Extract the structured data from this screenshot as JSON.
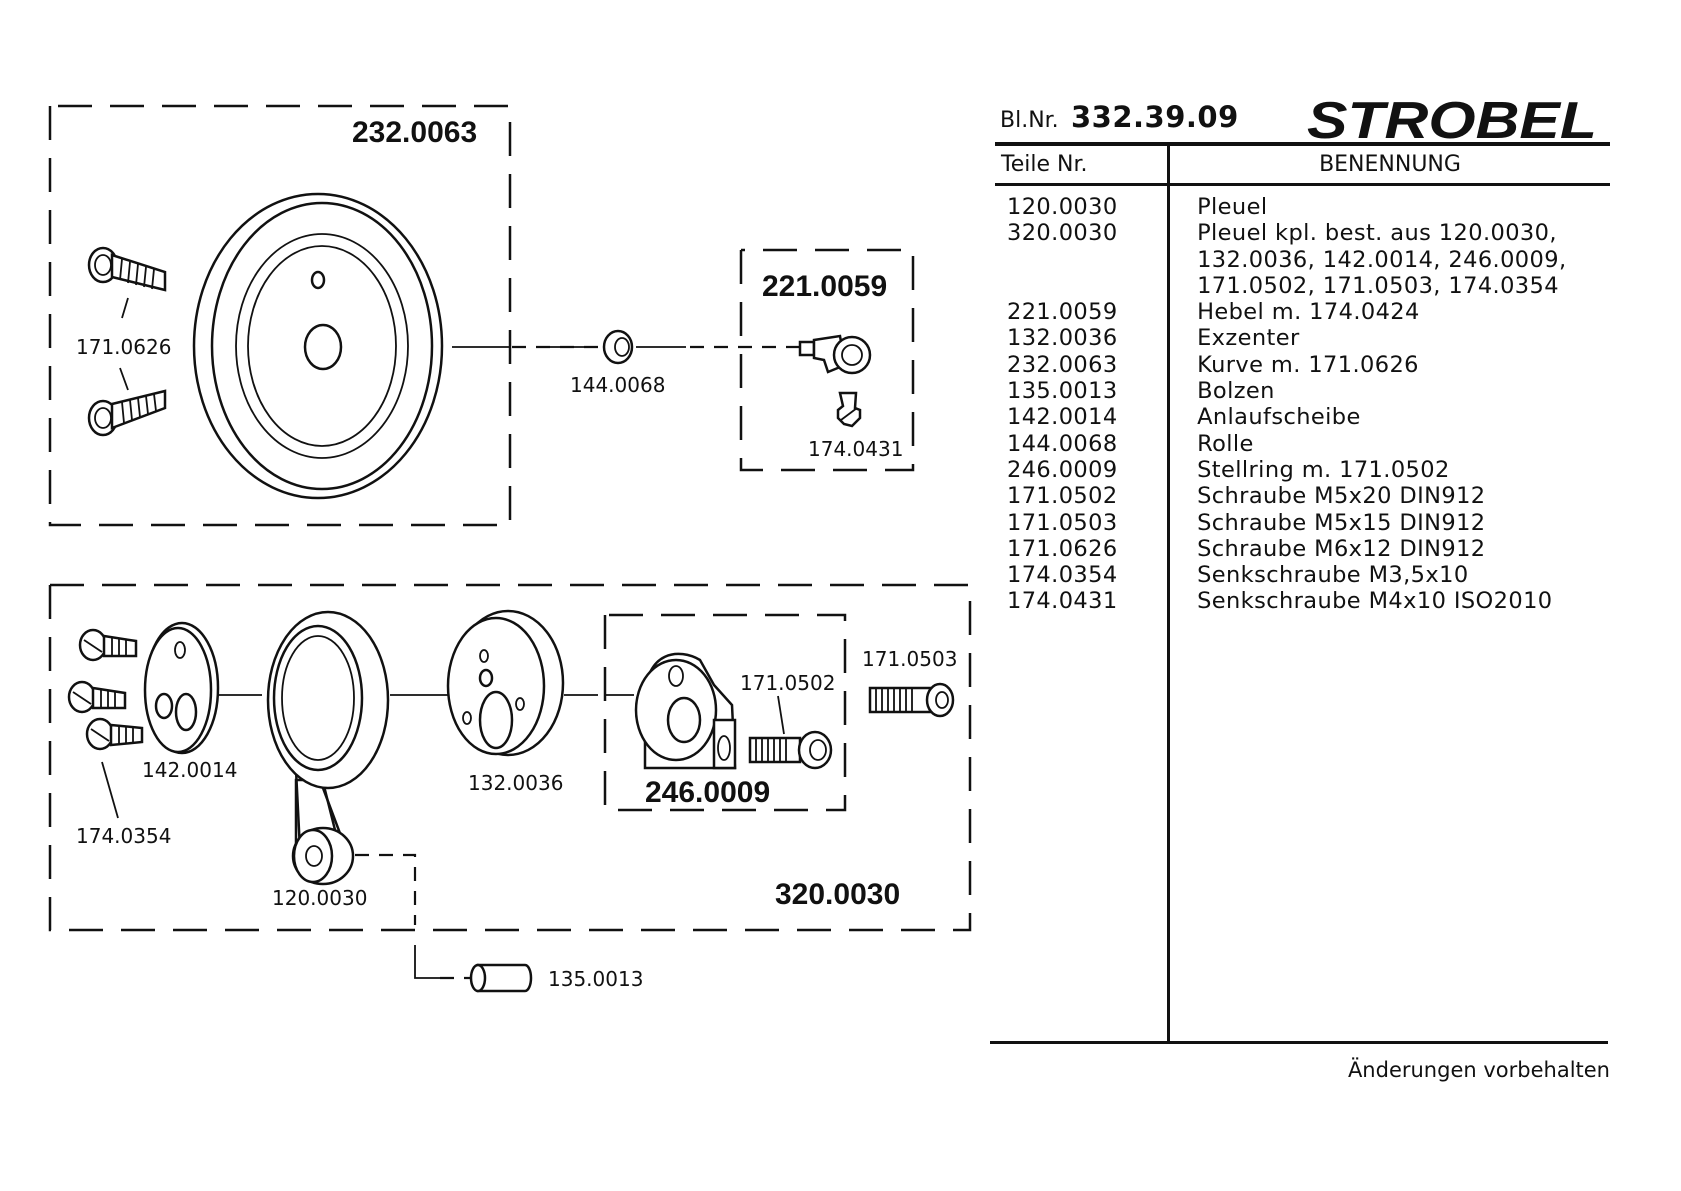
{
  "diagram": {
    "group_labels": {
      "kurve": "232.0063",
      "hebel": "221.0059",
      "stellring": "246.0009",
      "pleuel_kpl": "320.0030"
    },
    "part_labels": {
      "screw_171_0626": "171.0626",
      "rolle": "144.0068",
      "senkschraube_174_0431": "174.0431",
      "schraube_171_0503": "171.0503",
      "schraube_171_0502": "171.0502",
      "anlaufscheibe": "142.0014",
      "senkschraube_174_0354": "174.0354",
      "exzenter": "132.0036",
      "pleuel": "120.0030",
      "bolzen": "135.0013"
    }
  },
  "sheet": {
    "blatt_label": "Bl.Nr.",
    "blatt_nummer": "332.39.09",
    "brand": "STROBEL",
    "column_part_no": "Teile Nr.",
    "column_name": "BENENNUNG",
    "parts": [
      {
        "no": "120.0030",
        "name": "Pleuel"
      },
      {
        "no": "320.0030",
        "name": "Pleuel kpl. best. aus 120.0030,\n132.0036, 142.0014, 246.0009,\n171.0502, 171.0503, 174.0354"
      },
      {
        "no": "221.0059",
        "name": "Hebel m. 174.0424"
      },
      {
        "no": "132.0036",
        "name": "Exzenter"
      },
      {
        "no": "232.0063",
        "name": "Kurve m. 171.0626"
      },
      {
        "no": "135.0013",
        "name": "Bolzen"
      },
      {
        "no": "142.0014",
        "name": "Anlaufscheibe"
      },
      {
        "no": "144.0068",
        "name": "Rolle"
      },
      {
        "no": "246.0009",
        "name": "Stellring m. 171.0502"
      },
      {
        "no": "171.0502",
        "name": "Schraube M5x20 DIN912"
      },
      {
        "no": "171.0503",
        "name": "Schraube M5x15 DIN912"
      },
      {
        "no": "171.0626",
        "name": "Schraube M6x12 DIN912"
      },
      {
        "no": "174.0354",
        "name": "Senkschraube M3,5x10"
      },
      {
        "no": "174.0431",
        "name": "Senkschraube M4x10 ISO2010"
      }
    ],
    "footer": "Änderungen vorbehalten"
  }
}
